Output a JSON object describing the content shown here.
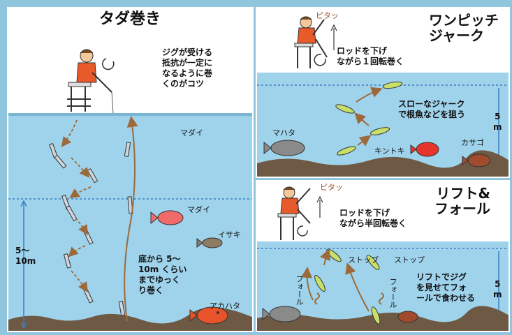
{
  "left_panel": {
    "title": "タダ巻き",
    "tip": "ジグが受ける\n抵抗が一定に\nなるように巻\nくのがコツ",
    "instruction": "底から 5～\n10m くらい\nまでゆっく\nり巻く",
    "depth_label": "5～\n10m",
    "fish": [
      "マダイ",
      "マダイ",
      "イサキ",
      "アカハタ"
    ]
  },
  "top_right_panel": {
    "title": "ワンピッチ\nジャーク",
    "sound": "ピタッ",
    "rod_instruction": "ロッドを下げ\nながら１回転巻く",
    "action": "スローなジャーク\nで根魚などを狙う",
    "depth_label": "5\nm",
    "fish": [
      "マハタ",
      "キントキ",
      "カサゴ"
    ]
  },
  "bottom_right_panel": {
    "title": "リフト&\nフォール",
    "sound": "ピタッ",
    "rod_instruction": "ロッドを下げ\nながら半回転巻く",
    "action": "リフトでジグ\nを見せてフォ\nールで食わせる",
    "depth_label": "5\nm",
    "stop_labels": [
      "ストップ",
      "ストップ"
    ],
    "fall_labels": [
      "フォール",
      "フォール"
    ]
  },
  "colors": {
    "sky": "#ffffff",
    "water": "#9fd3ec",
    "seabed": "#6e5a44",
    "arrow": "#9c6a3a",
    "depth_line": "#3c7fc0"
  }
}
